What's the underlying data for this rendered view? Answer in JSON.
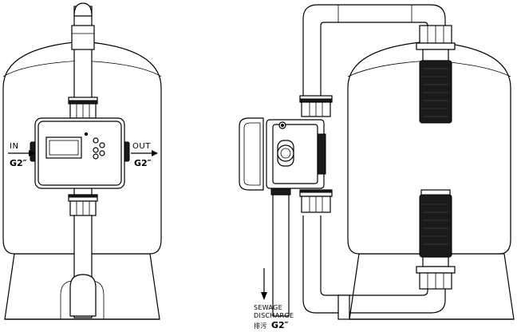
{
  "labels": {
    "inlet": "IN",
    "inlet_size": "G2″",
    "outlet": "OUT",
    "outlet_size": "G2″",
    "sewage_line1": "SEWAGE",
    "sewage_line2": "DISCHARGE",
    "sewage_chinese": "排污",
    "sewage_size": "G2″"
  },
  "icons": {
    "arrow_in": "right-arrow-icon",
    "arrow_out": "right-arrow-icon",
    "arrow_sewage": "down-arrow-icon"
  }
}
